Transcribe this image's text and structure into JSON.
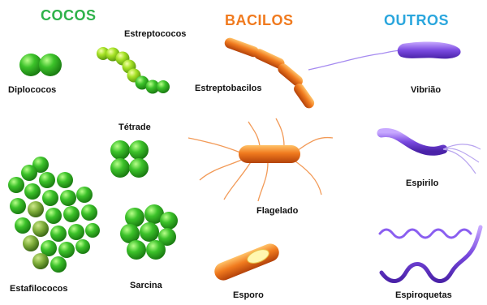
{
  "headers": {
    "cocos": "COCOS",
    "bacilos": "BACILOS",
    "outros": "OUTROS"
  },
  "labels": {
    "diplococos": "Diplococos",
    "estreptococos": "Estreptococos",
    "tetrade": "Tétrade",
    "estafilococos": "Estafilococos",
    "sarcina": "Sarcina",
    "estreptobacilos": "Estreptobacilos",
    "flagelado": "Flagelado",
    "esporo": "Esporo",
    "vibriao": "Vibrião",
    "espirilo": "Espirilo",
    "espiroquetas": "Espiroquetas"
  },
  "colors": {
    "cocos": "#2eb24a",
    "bacilos": "#f07a1e",
    "outros": "#2aa6dd",
    "coccus_fill": "#3cc22a",
    "bacillus_fill": "#f07a1e",
    "spiral_fill": "#7a4ae0"
  }
}
